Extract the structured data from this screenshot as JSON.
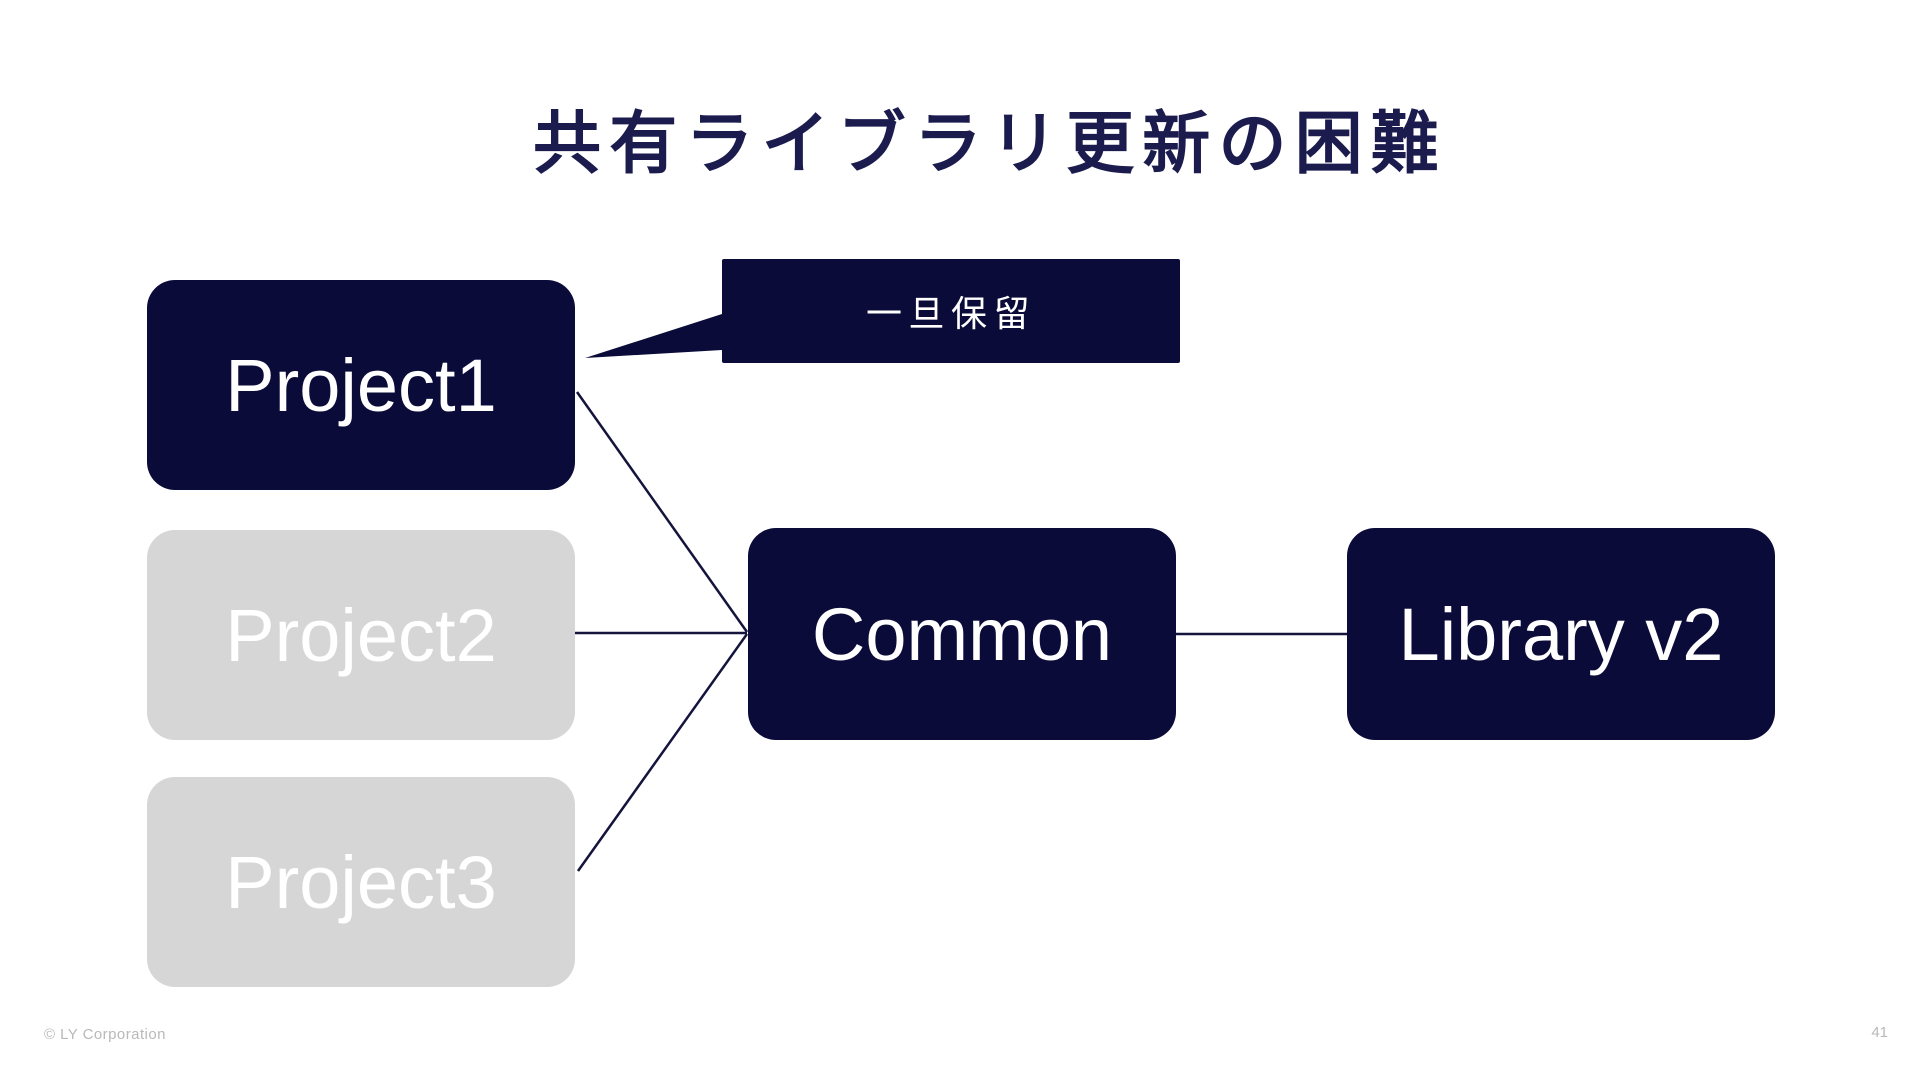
{
  "slide": {
    "title": "共有ライブラリ更新の困難",
    "copyright": "© LY Corporation",
    "page_number": "41"
  },
  "diagram": {
    "nodes": [
      {
        "id": "project1",
        "label": "Project1",
        "state": "active"
      },
      {
        "id": "project2",
        "label": "Project2",
        "state": "inactive"
      },
      {
        "id": "project3",
        "label": "Project3",
        "state": "inactive"
      },
      {
        "id": "common",
        "label": "Common",
        "state": "active"
      },
      {
        "id": "library-v2",
        "label": "Library v2",
        "state": "active"
      }
    ],
    "callout": {
      "label": "一旦保留",
      "attached_to": "project1"
    },
    "edges": [
      {
        "from": "project1",
        "to": "common"
      },
      {
        "from": "project2",
        "to": "common"
      },
      {
        "from": "project3",
        "to": "common"
      },
      {
        "from": "common",
        "to": "library-v2"
      }
    ]
  },
  "colors": {
    "navy": "#0b0b3a",
    "gray": "#d6d6d6",
    "title": "#1b1b4e",
    "line": "#14143c",
    "text_white": "#ffffff",
    "footer": "#b9b9b9",
    "bg": "#ffffff"
  }
}
